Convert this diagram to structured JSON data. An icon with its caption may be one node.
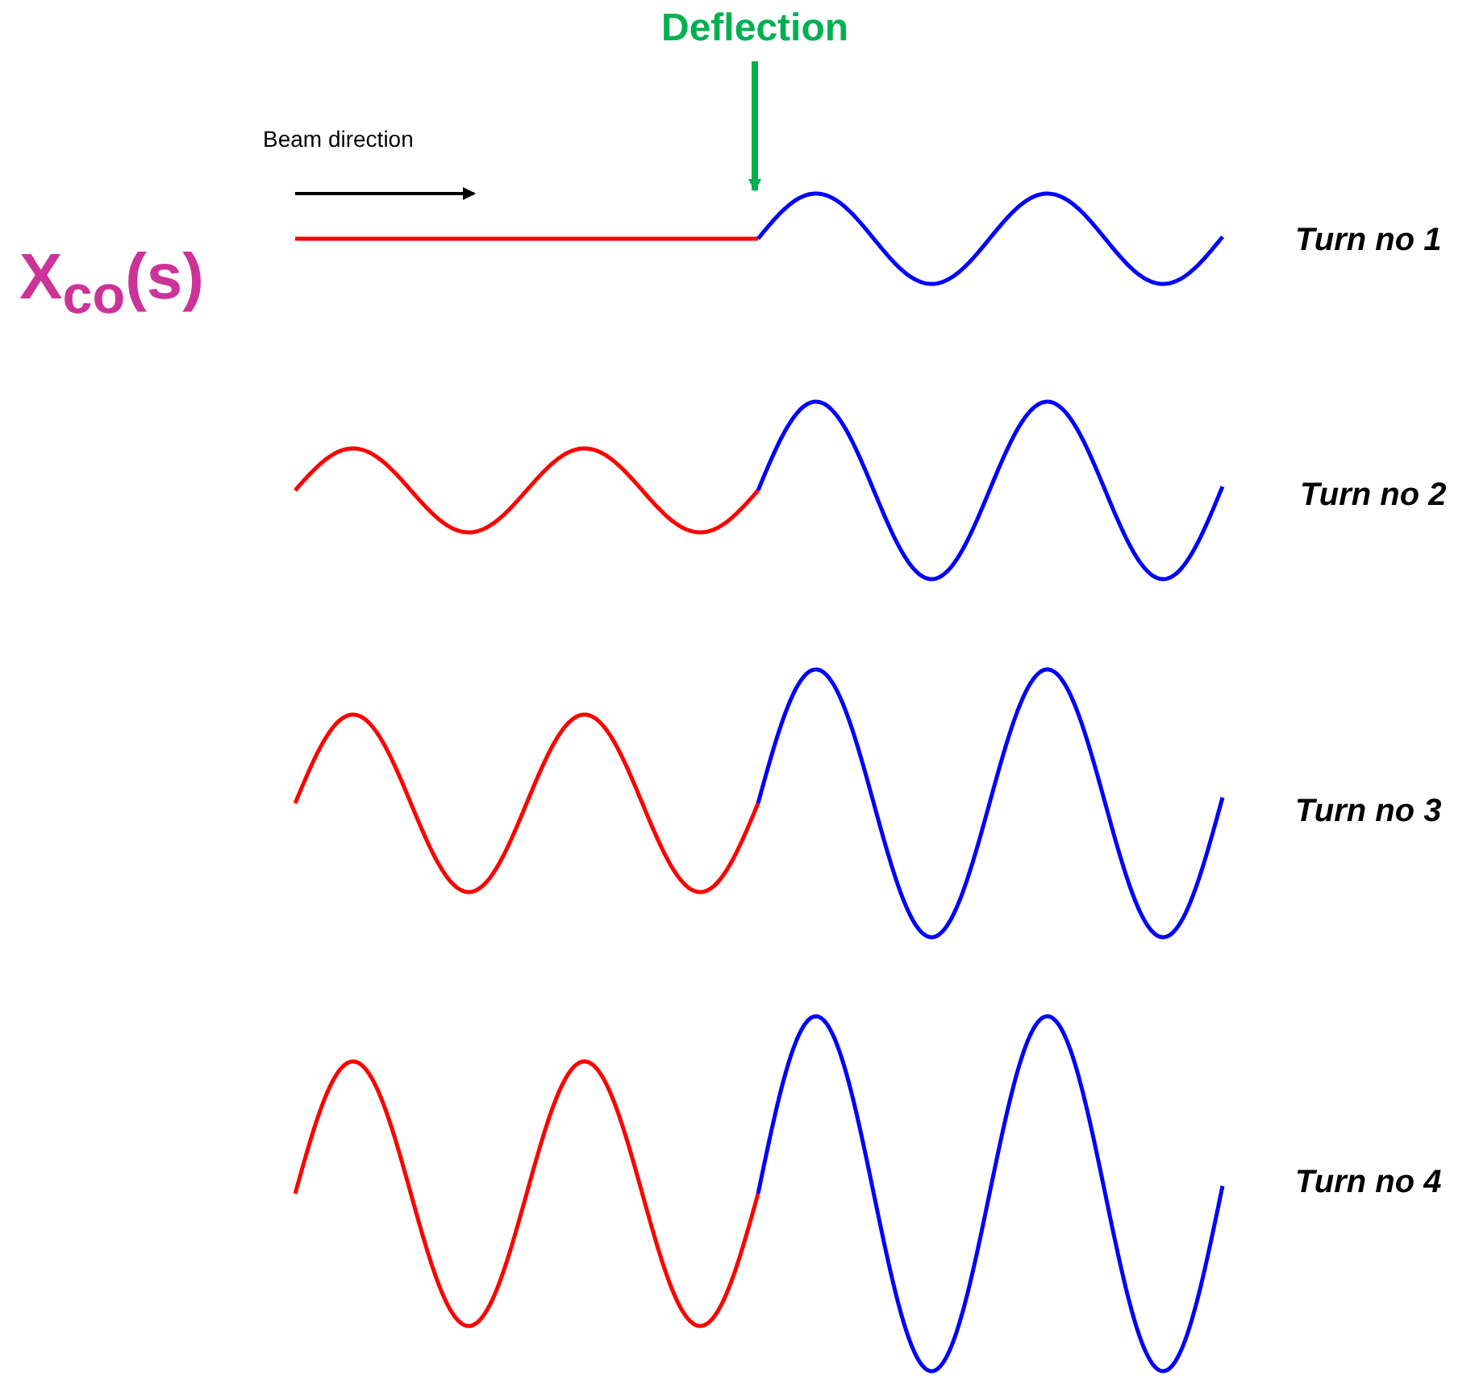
{
  "diagram": {
    "labels": [
      "Deflection",
      "Beam direction",
      "X$_{co}$(s)",
      "Turn no 1",
      "Turn no 2",
      "Turn no 3",
      "Turn no 4"
    ]
  }
}
